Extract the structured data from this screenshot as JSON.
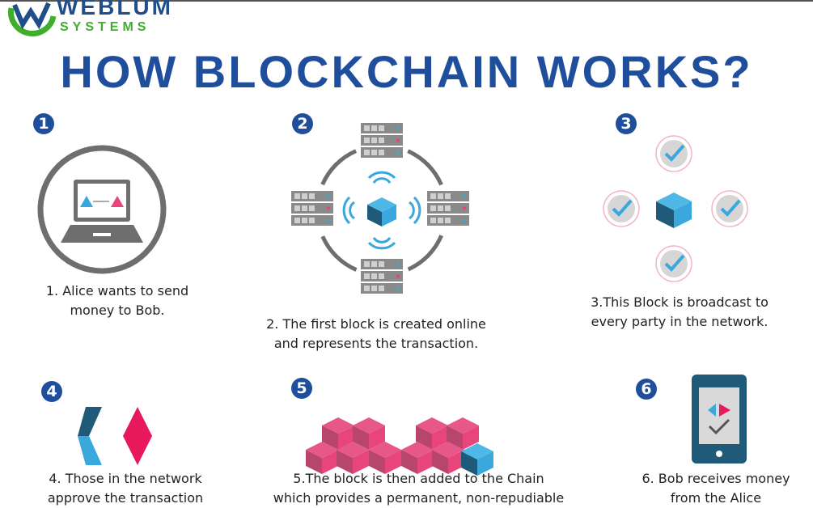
{
  "logo": {
    "line1": "WEBLUM",
    "line2": "SYSTEMS"
  },
  "title": "HOW BLOCKCHAIN WORKS?",
  "colors": {
    "title": "#1f4e9c",
    "pink": "#e8457a",
    "blue": "#3aa8dc",
    "dark_blue": "#1f5a78",
    "grey": "#7a7a7a"
  },
  "steps": [
    {
      "number": "1",
      "line1": "1. Alice wants to send",
      "line2": "money to Bob.",
      "icon": "laptop-icon"
    },
    {
      "number": "2",
      "line1": "2. The first block is created online",
      "line2": "and represents the transaction.",
      "icon": "server-network-icon"
    },
    {
      "number": "3",
      "line1": "3.This Block is broadcast to",
      "line2": "every party in the network.",
      "icon": "broadcast-check-icon"
    },
    {
      "number": "4",
      "line1": "4. Those in the network",
      "line2": "approve the transaction",
      "icon": "approve-icon"
    },
    {
      "number": "5",
      "line1": "5.The block is then added to the Chain",
      "line2": "which provides a permanent, non-repudiable",
      "icon": "chain-blocks-icon"
    },
    {
      "number": "6",
      "line1": "6. Bob receives money",
      "line2": "from the Alice",
      "icon": "phone-icon"
    }
  ]
}
